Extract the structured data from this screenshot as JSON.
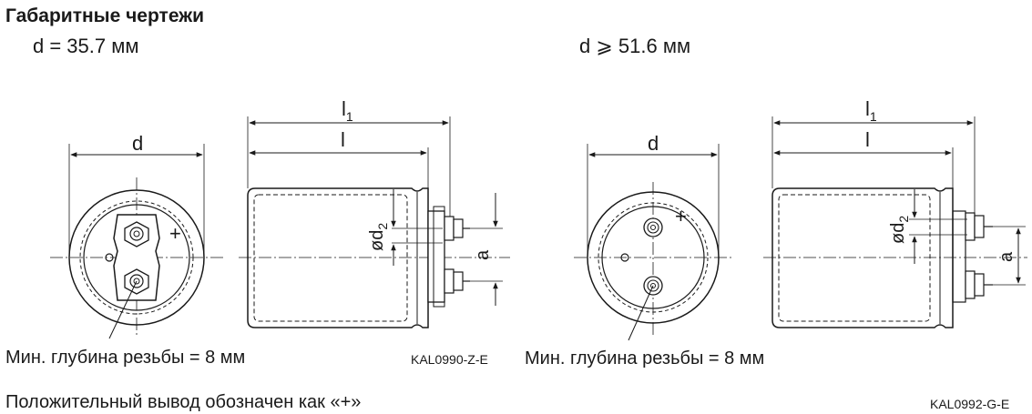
{
  "title": "Габаритные чертежи",
  "left": {
    "heading": "d = 35.7 мм",
    "dim_d": "d",
    "dim_l1": "l",
    "dim_l1_sub": "1",
    "dim_l": "l",
    "dim_d2": "ød",
    "dim_d2_sub": "2",
    "dim_a": "a",
    "plus": "+",
    "thread_note": "Мин. глубина резьбы = 8 мм",
    "code": "KAL0990-Z-E"
  },
  "right": {
    "heading": "d ⩾ 51.6 мм",
    "dim_d": "d",
    "dim_l1": "l",
    "dim_l1_sub": "1",
    "dim_l": "l",
    "dim_d2": "ød",
    "dim_d2_sub": "2",
    "dim_a": "a",
    "plus": "+",
    "thread_note": "Мин. глубина резьбы = 8 мм",
    "code": "KAL0992-G-E"
  },
  "footer_note": "Положительный вывод обозначен как «+»"
}
